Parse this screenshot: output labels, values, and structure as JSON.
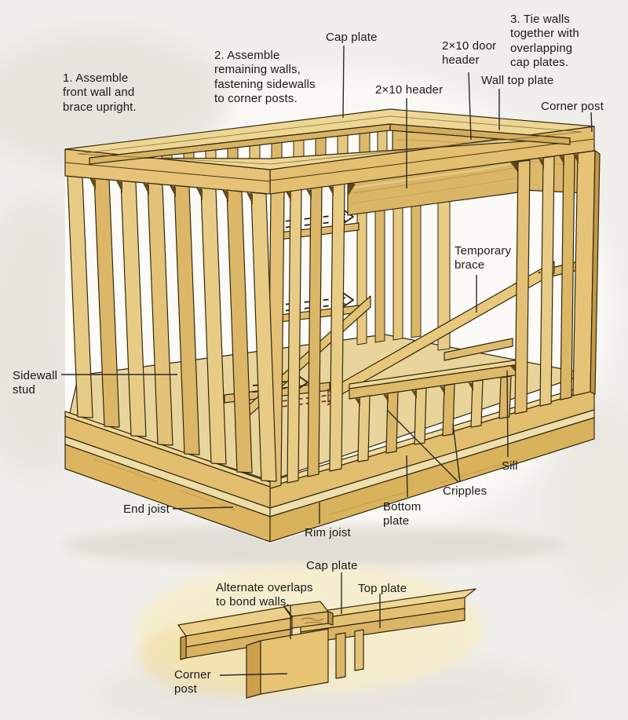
{
  "steps": {
    "one": "1. Assemble\nfront wall and\nbrace upright.",
    "two": "2. Assemble\nremaining walls,\nfastening sidewalls\nto corner posts.",
    "three": "3. Tie walls\ntogether with\noverlapping\ncap plates."
  },
  "labels": {
    "cap_plate": "Cap plate",
    "door_header": "2×10 door\nheader",
    "wall_top_plate": "Wall top plate",
    "header": "2×10 header",
    "corner_post": "Corner post",
    "temporary_brace": "Temporary\nbrace",
    "sidewall_stud": "Sidewall\nstud",
    "sill": "Sill",
    "cripples": "Cripples",
    "bottom_plate": "Bottom\nplate",
    "rim_joist": "Rim joist",
    "end_joist": "End joist"
  },
  "detail": {
    "cap_plate": "Cap plate",
    "alternate_overlaps": "Alternate overlaps\nto bond walls.",
    "top_plate": "Top plate",
    "corner_post": "Corner\npost"
  },
  "colors": {
    "background": "#f0eeea",
    "paper_white": "#fcfaf6",
    "wood_light": "#ecd28e",
    "wood_mid": "#e0bd6e",
    "wood_dark": "#caa24e",
    "floor": "#e9d49c",
    "outline": "#33290f",
    "label_text": "#1a1a1a",
    "arrow_red": "#8a3a26"
  }
}
